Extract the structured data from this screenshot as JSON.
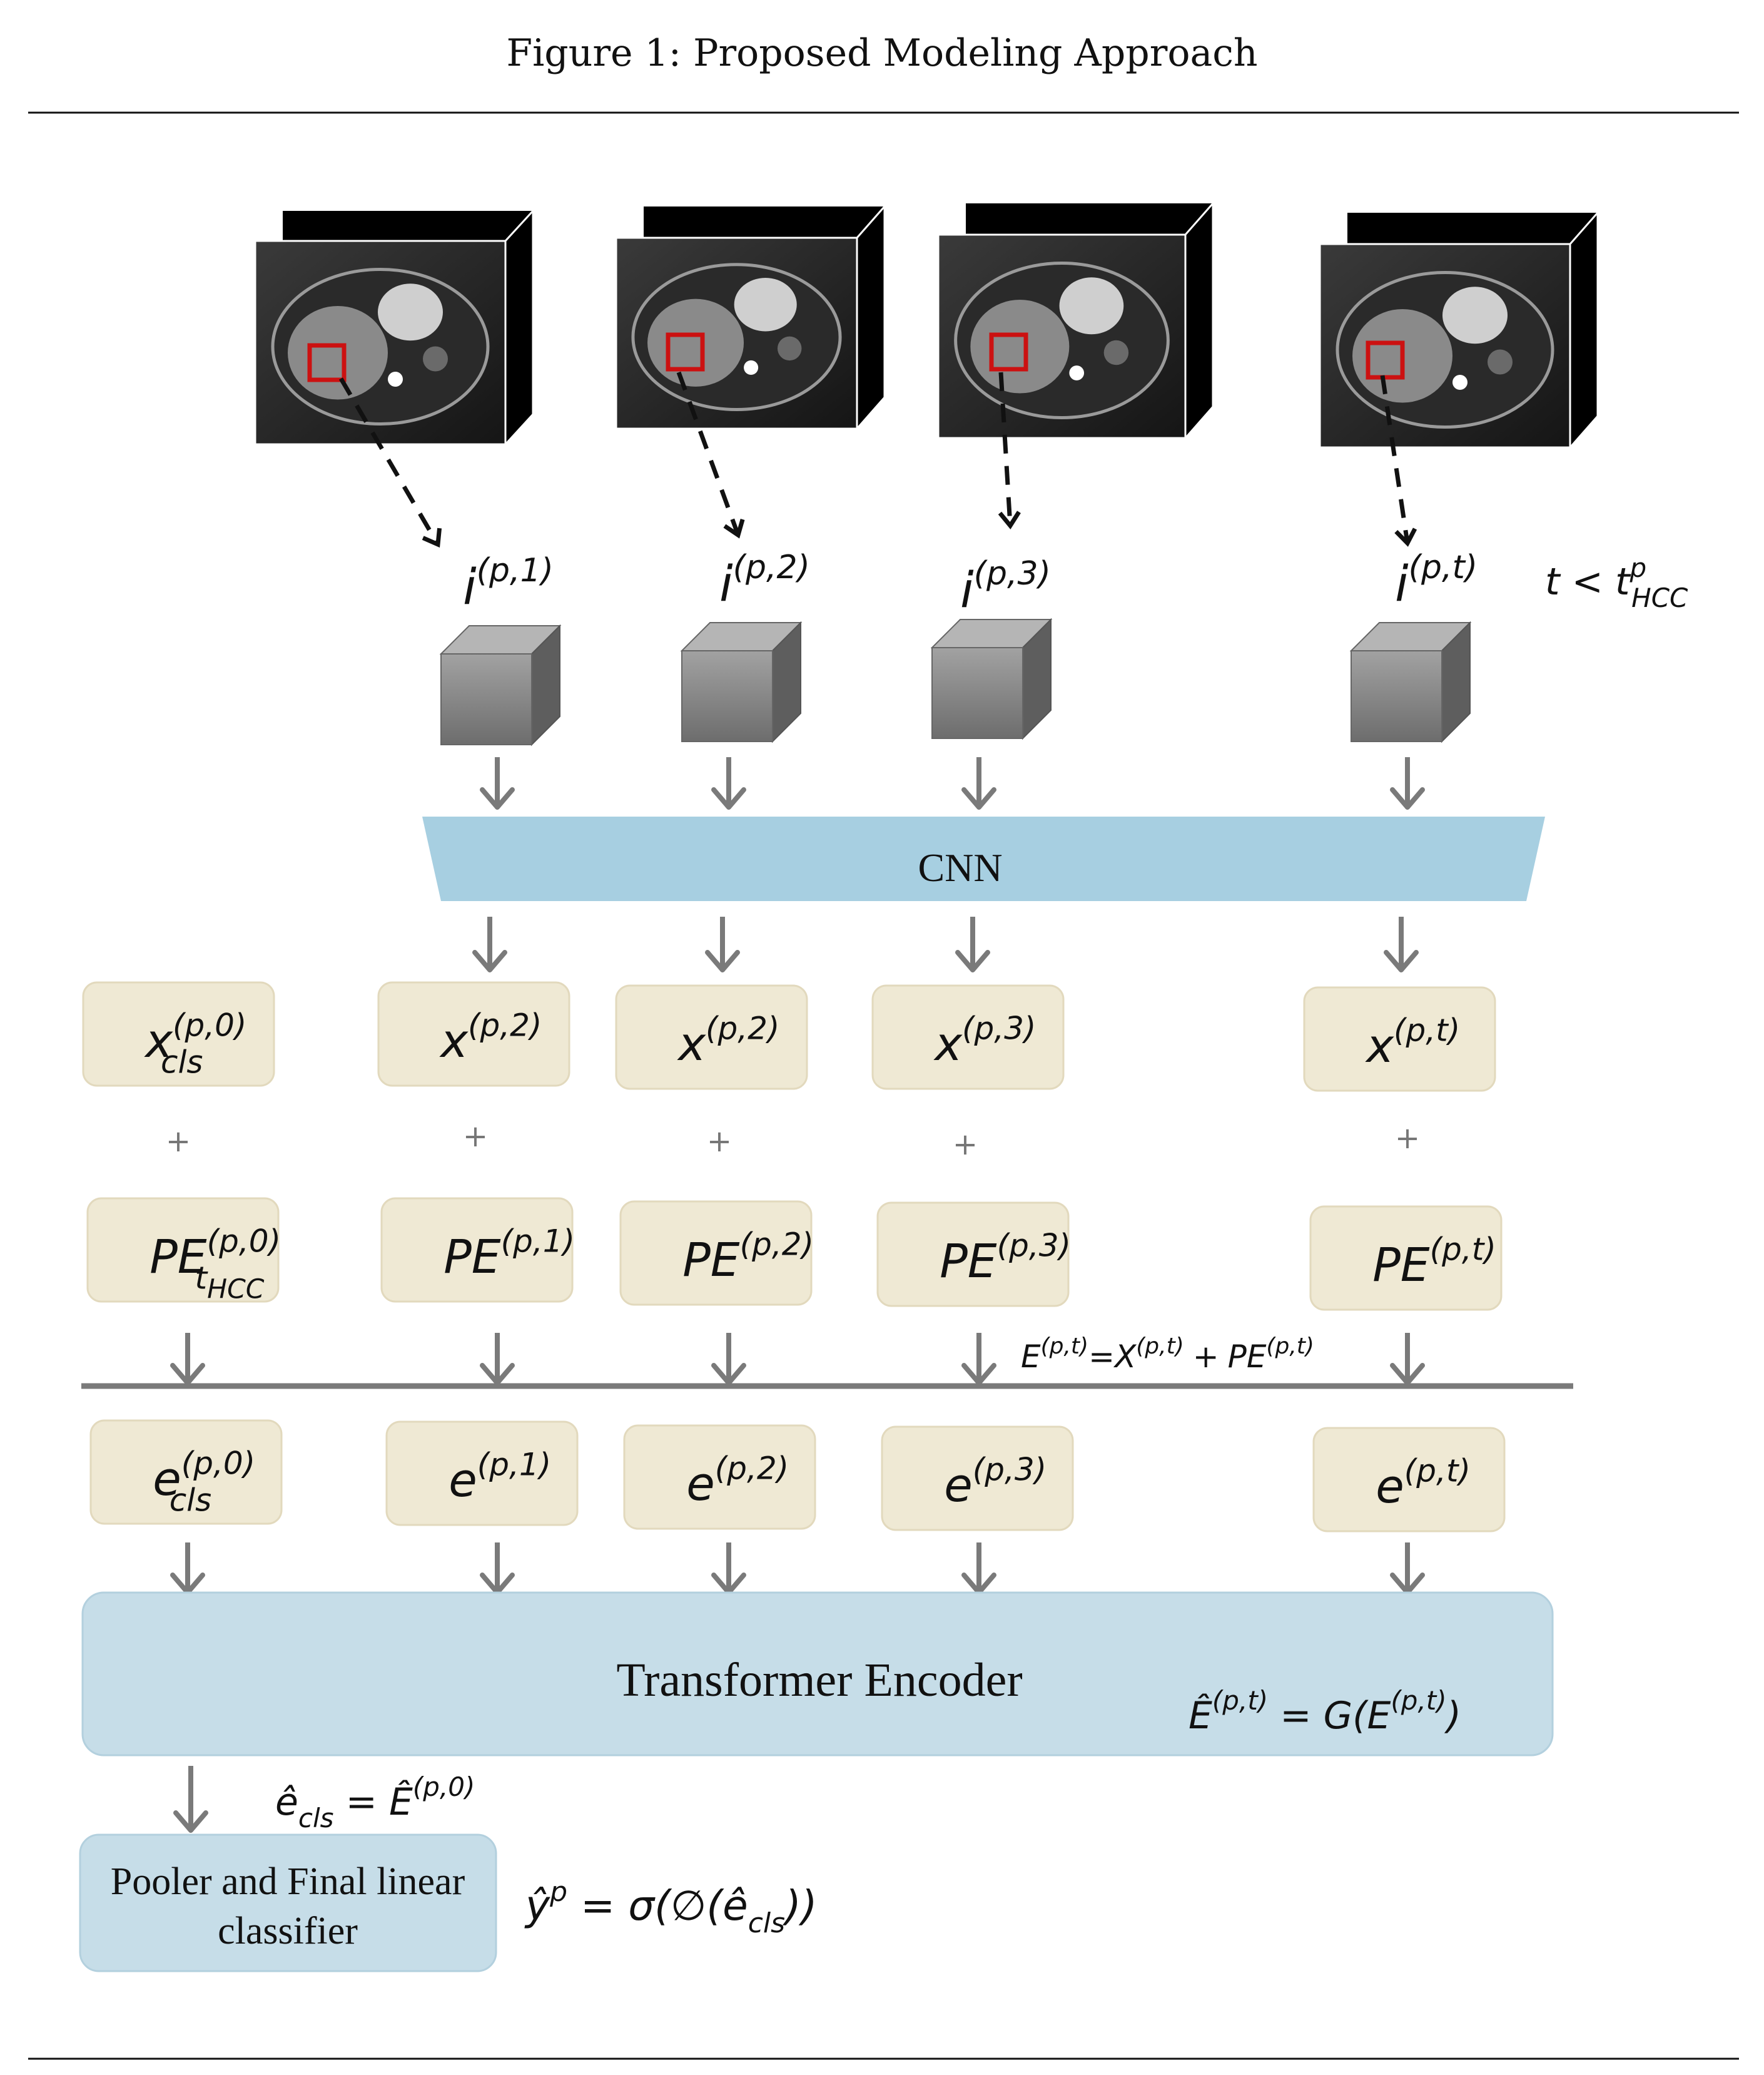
{
  "figure": {
    "caption": "Figure 1: Proposed Modeling Approach"
  },
  "colors": {
    "token_fill": "#efe9d4",
    "blue_fill": "#c6dde8",
    "cnn_fill": "#a7cfe1",
    "arrow": "#7a7a7a",
    "roi_box": "#cc1111",
    "cube": "#808080"
  },
  "images": [
    {
      "label_base": "i",
      "label_sup": "(p,1)"
    },
    {
      "label_base": "i",
      "label_sup": "(p,2)"
    },
    {
      "label_base": "i",
      "label_sup": "(p,3)"
    },
    {
      "label_base": "i",
      "label_sup": "(p,t)"
    }
  ],
  "time_condition": {
    "base": "t < t",
    "sup": "p",
    "sub": "HCC"
  },
  "cnn": {
    "label": "CNN"
  },
  "features": [
    {
      "base": "x",
      "sup": "(p,0)",
      "sub": "cls"
    },
    {
      "base": "x",
      "sup": "(p,2)",
      "sub": ""
    },
    {
      "base": "x",
      "sup": "(p,2)",
      "sub": ""
    },
    {
      "base": "x",
      "sup": "(p,3)",
      "sub": ""
    },
    {
      "base": "x",
      "sup": "(p,t)",
      "sub": ""
    }
  ],
  "plus_sign": "+",
  "positional": [
    {
      "base": "PE",
      "sup": "(p,0)",
      "sub": "t",
      "subsub": "HCC"
    },
    {
      "base": "PE",
      "sup": "(p,1)",
      "sub": "",
      "subsub": ""
    },
    {
      "base": "PE",
      "sup": "(p,2)",
      "sub": "",
      "subsub": ""
    },
    {
      "base": "PE",
      "sup": "(p,3)",
      "sub": "",
      "subsub": ""
    },
    {
      "base": "PE",
      "sup": "(p,t)",
      "sub": "",
      "subsub": ""
    }
  ],
  "sum_equation": {
    "e_base": "E",
    "e_sup": "(p,t)",
    "eq": "=",
    "x_base": "X",
    "x_sup": "(p,t)",
    "plus": "+",
    "pe_base": "PE",
    "pe_sup": "(p,t)"
  },
  "embeddings": [
    {
      "base": "e",
      "sup": "(p,0)",
      "sub": "cls"
    },
    {
      "base": "e",
      "sup": "(p,1)",
      "sub": ""
    },
    {
      "base": "e",
      "sup": "(p,2)",
      "sub": ""
    },
    {
      "base": "e",
      "sup": "(p,3)",
      "sub": ""
    },
    {
      "base": "e",
      "sup": "(p,t)",
      "sub": ""
    }
  ],
  "transformer": {
    "label": "Transformer Encoder",
    "eq_lhs_base": "Ê",
    "eq_lhs_sup": "(p,t)",
    "eq_mid": " = G(E",
    "eq_mid_sup": "(p,t)",
    "eq_end": ")"
  },
  "cls_equation": {
    "lhs_base": "ê",
    "lhs_sub": "cls",
    "eq": " = Ê",
    "rhs_sup": "(p,0)"
  },
  "classifier": {
    "line1": "Pooler and Final linear",
    "line2": "classifier",
    "eq_base": "ŷ",
    "eq_sup": "p",
    "eq_mid": " = σ(∅(ê",
    "eq_sub": "cls",
    "eq_end": "))"
  }
}
